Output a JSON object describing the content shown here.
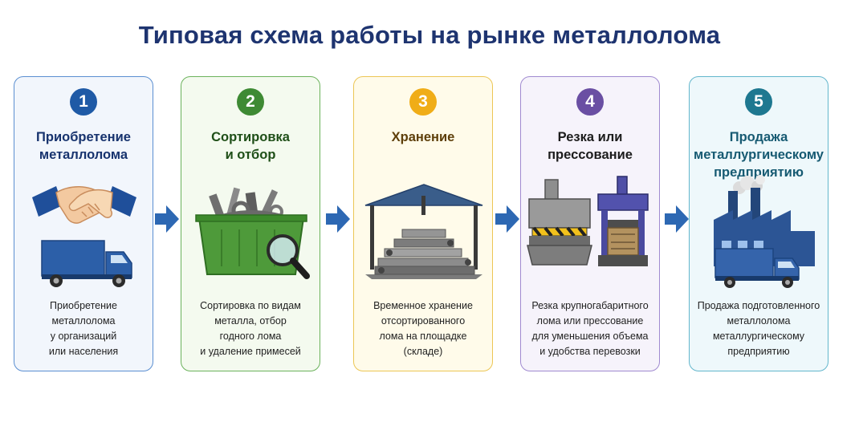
{
  "title": "Типовая схема работы на рынке металлолома",
  "steps": [
    {
      "number": "1",
      "heading": "Приобретение\nметаллолома",
      "description": "Приобретение\nметаллолома\nу организаций\nили населения",
      "accent": "#1f5aa6",
      "border": "#5b8fd1",
      "background": "#f2f6fc",
      "heading_color": "#17336e"
    },
    {
      "number": "2",
      "heading": "Сортировка\nи отбор",
      "description": "Сортировка по видам\nметалла, отбор\nгодного лома\nи удаление примесей",
      "accent": "#3e8a34",
      "border": "#6bb25c",
      "background": "#f4faef",
      "heading_color": "#1f4f18"
    },
    {
      "number": "3",
      "heading": "Хранение",
      "description": "Временное хранение\nотсортированного\nлома на площадке\n(складе)",
      "accent": "#f0ad18",
      "border": "#ecc655",
      "background": "#fffbea",
      "heading_color": "#5e3f0a"
    },
    {
      "number": "4",
      "heading": "Резка или\nпрессование",
      "description": "Резка крупногабаритного\nлома или прессование\nдля уменьшения объема\nи удобства перевозки",
      "accent": "#6a4fa3",
      "border": "#a08ad0",
      "background": "#f6f3fb",
      "heading_color": "#1c1c1c"
    },
    {
      "number": "5",
      "heading": "Продажа\nметаллургическому\nпредприятию",
      "description": "Продажа подготовленного\nметаллолома\nметаллургическому\nпредприятию",
      "accent": "#1e7890",
      "border": "#63b6cc",
      "background": "#eef8fb",
      "heading_color": "#165a72"
    }
  ],
  "arrow_color": "#2d68b3"
}
